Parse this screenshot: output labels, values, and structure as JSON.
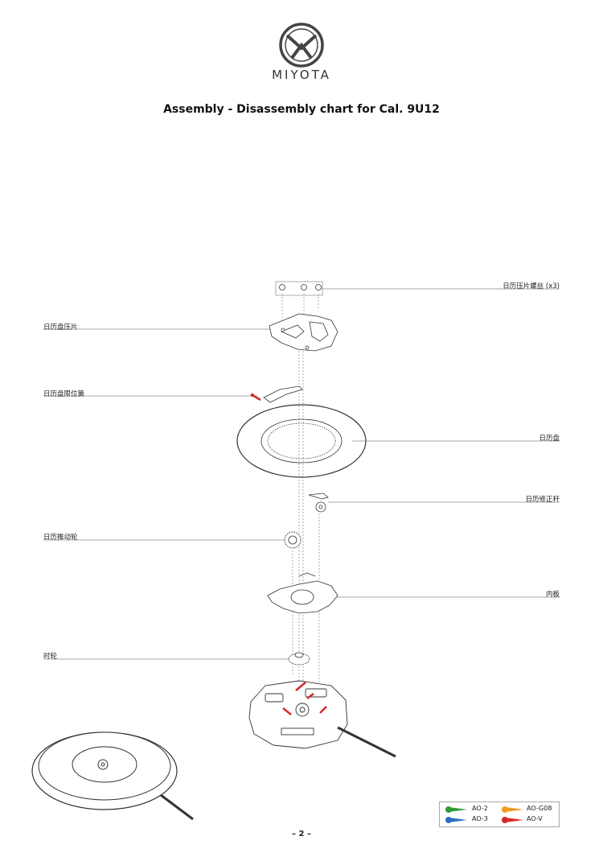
{
  "brand": {
    "name": "MIYOTA"
  },
  "document": {
    "title": "Assembly - Disassembly chart for Cal. 9U12",
    "page_number": "– 2 –"
  },
  "parts": {
    "calendar_plate_screws": "日历压片螺丝 (x3)",
    "calendar_plate": "日历盘压片",
    "calendar_jumper": "日历盘限位簧",
    "calendar_disc": "日历盘",
    "date_corrector": "日历修正杆",
    "calendar_driving_wheel": "日历推动轮",
    "inner_plate": "内板",
    "hour_wheel": "时轮"
  },
  "legend": {
    "items": [
      {
        "label": "AO-2",
        "color": "#2e9e3a"
      },
      {
        "label": "AO-G08",
        "color": "#f29a1f"
      },
      {
        "label": "AO-3",
        "color": "#2a6fc4"
      },
      {
        "label": "AO-V",
        "color": "#d62a2a"
      }
    ]
  }
}
